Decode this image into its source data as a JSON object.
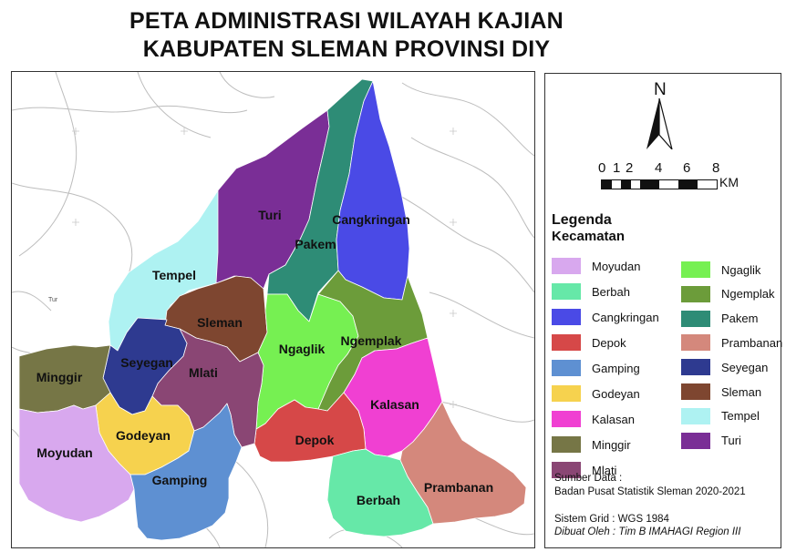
{
  "title_line1": "PETA ADMINISTRASI WILAYAH KAJIAN",
  "title_line2": "KABUPATEN SLEMAN PROVINSI DIY",
  "north": "N",
  "scale": {
    "labels": [
      "0",
      "1",
      "2",
      "4",
      "6",
      "8"
    ],
    "unit": "KM"
  },
  "legend": {
    "title": "Legenda",
    "subtitle": "Kecamatan",
    "left": [
      {
        "label": "Moyudan",
        "color": "#d8a8ee"
      },
      {
        "label": "Berbah",
        "color": "#66e8a8"
      },
      {
        "label": "Cangkringan",
        "color": "#4a4ae6"
      },
      {
        "label": "Depok",
        "color": "#d64848"
      },
      {
        "label": "Gamping",
        "color": "#5e90d2"
      },
      {
        "label": "Godeyan",
        "color": "#f6d24e"
      },
      {
        "label": "Kalasan",
        "color": "#f040d2"
      },
      {
        "label": "Minggir",
        "color": "#767646"
      },
      {
        "label": "Mlati",
        "color": "#8a4674"
      }
    ],
    "right": [
      {
        "label": "Ngaglik",
        "color": "#76f052"
      },
      {
        "label": "Ngemplak",
        "color": "#6c9c3a"
      },
      {
        "label": "Pakem",
        "color": "#2e8c76"
      },
      {
        "label": "Prambanan",
        "color": "#d4887c"
      },
      {
        "label": "Seyegan",
        "color": "#2e3a90"
      },
      {
        "label": "Sleman",
        "color": "#7e4630"
      },
      {
        "label": "Tempel",
        "color": "#aef2f2"
      },
      {
        "label": "Turi",
        "color": "#7a2e96"
      }
    ]
  },
  "credits": {
    "source_label": "Sumber Data :",
    "source": "Badan Pusat Statistik Sleman 2020-2021",
    "grid": "Sistem Grid : WGS 1984",
    "author": "Dibuat Oleh : Tim B IMAHAGI Region III"
  },
  "map_labels": {
    "turi": "Turi",
    "pakem": "Pakem",
    "cangkringan": "Cangkringan",
    "tempel": "Tempel",
    "sleman": "Sleman",
    "ngaglik": "Ngaglik",
    "ngemplak": "Ngemplak",
    "minggir": "Minggir",
    "seyegan": "Seyegan",
    "mlati": "Mlati",
    "godeyan": "Godeyan",
    "moyudan": "Moyudan",
    "kalasan": "Kalasan",
    "depok": "Depok",
    "gamping": "Gamping",
    "berbah": "Berbah",
    "prambanan": "Prambanan",
    "outside": "Tur"
  }
}
